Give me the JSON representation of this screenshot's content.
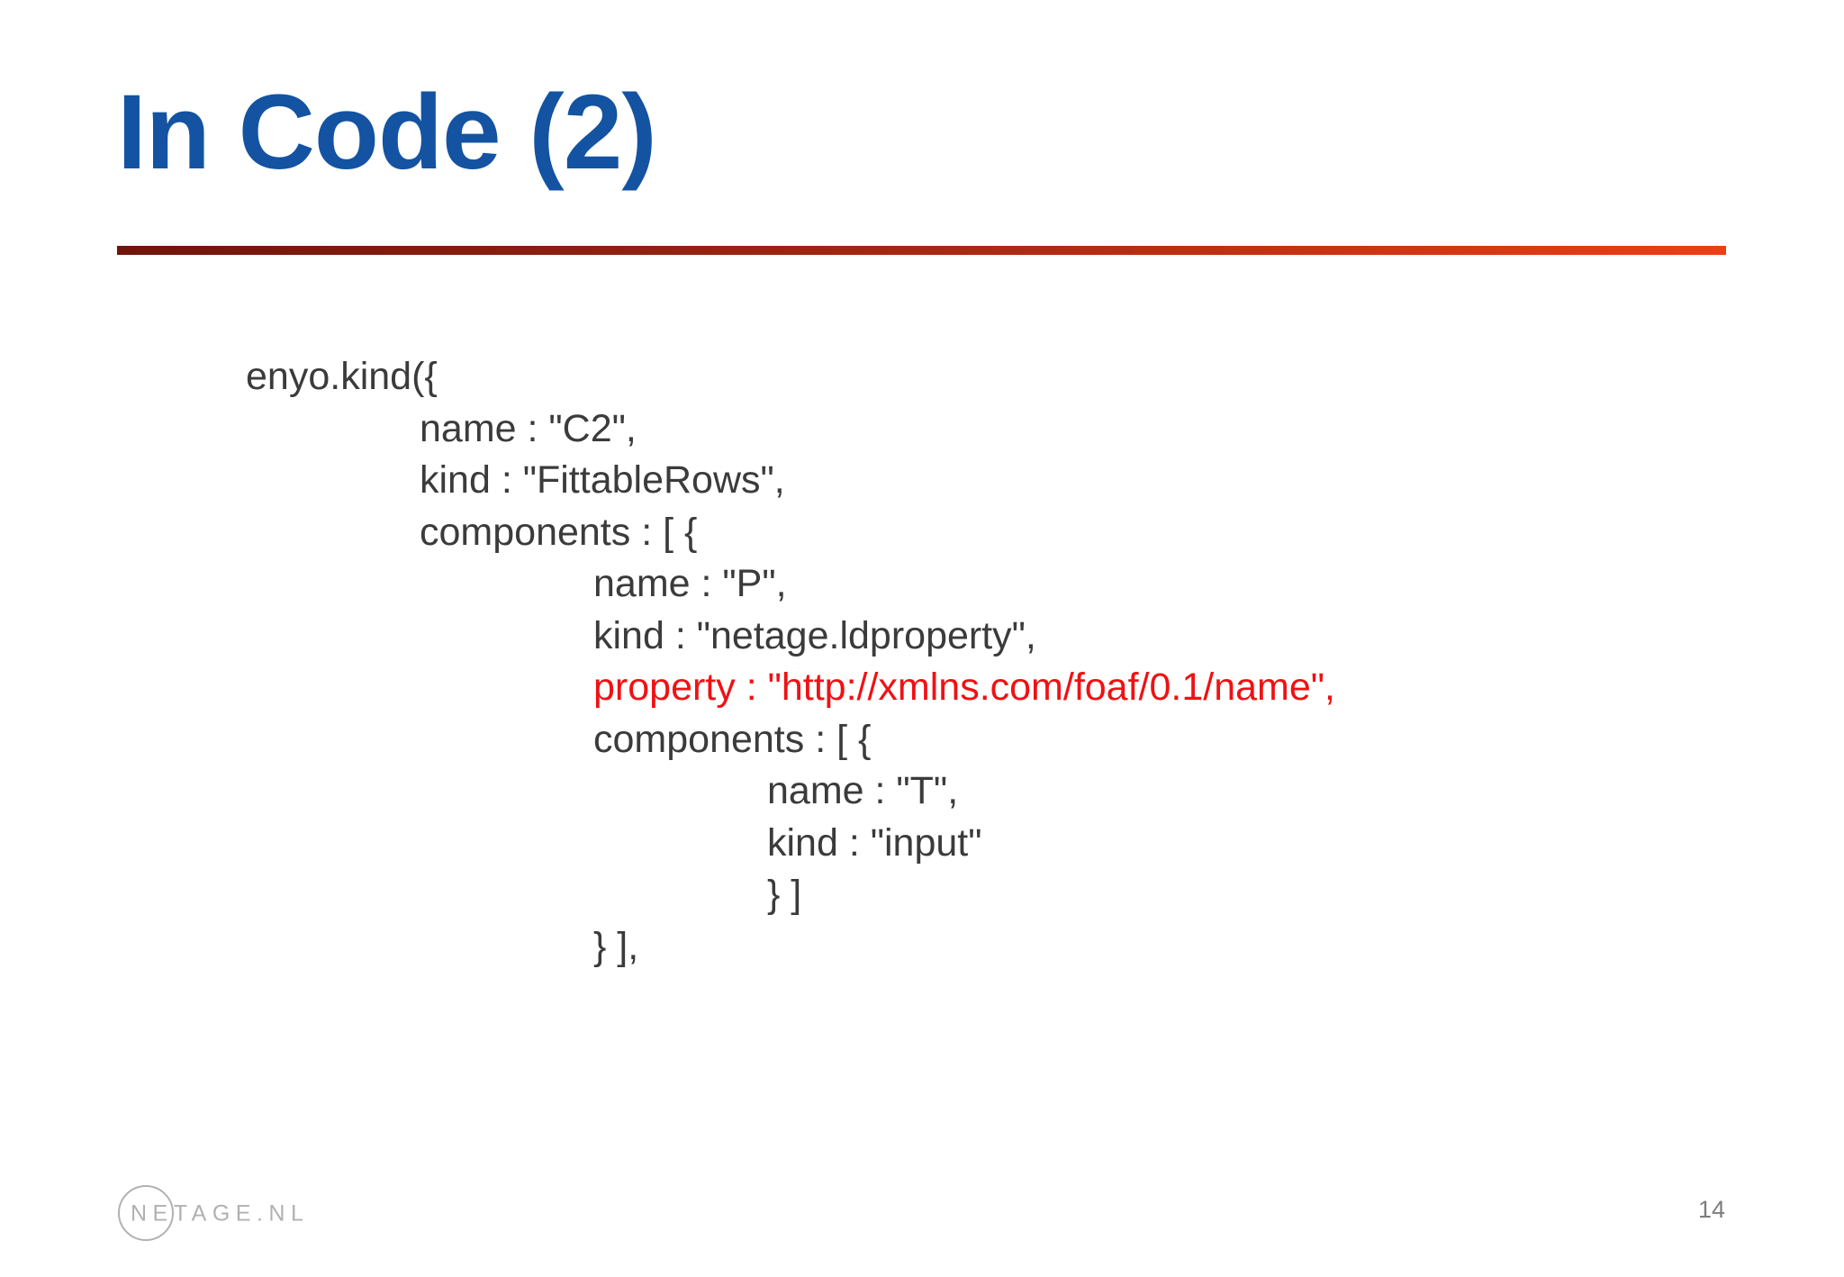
{
  "slide": {
    "title": "In Code (2)",
    "page_number": "14",
    "logo": {
      "text": "NETAGE.NL"
    },
    "colors": {
      "title_blue": "#1353a2",
      "rule_gradient_left": "#6f150a",
      "rule_gradient_right": "#ee3e16",
      "code_text": "#3b3b3b",
      "code_highlight_red": "#f01114",
      "footer_gray": "#b3b0b0"
    },
    "code": {
      "lines": [
        {
          "indent": 0,
          "text": "enyo.kind({",
          "highlight": false
        },
        {
          "indent": 1,
          "text": "name : \"C2\",",
          "highlight": false
        },
        {
          "indent": 1,
          "text": "kind : \"FittableRows\",",
          "highlight": false
        },
        {
          "indent": 1,
          "text": "components : [ {",
          "highlight": false
        },
        {
          "indent": 2,
          "text": "name : \"P\",",
          "highlight": false
        },
        {
          "indent": 2,
          "text": "kind : \"netage.ldproperty\",",
          "highlight": false
        },
        {
          "indent": 2,
          "text": "property : \"http://xmlns.com/foaf/0.1/name\",",
          "highlight": true
        },
        {
          "indent": 2,
          "text": "components : [ {",
          "highlight": false
        },
        {
          "indent": 3,
          "text": "name : \"T\",",
          "highlight": false
        },
        {
          "indent": 3,
          "text": "kind : \"input\"",
          "highlight": false
        },
        {
          "indent": 3,
          "text": "} ]",
          "highlight": false
        },
        {
          "indent": 2,
          "text": "} ],",
          "highlight": false
        }
      ]
    }
  }
}
